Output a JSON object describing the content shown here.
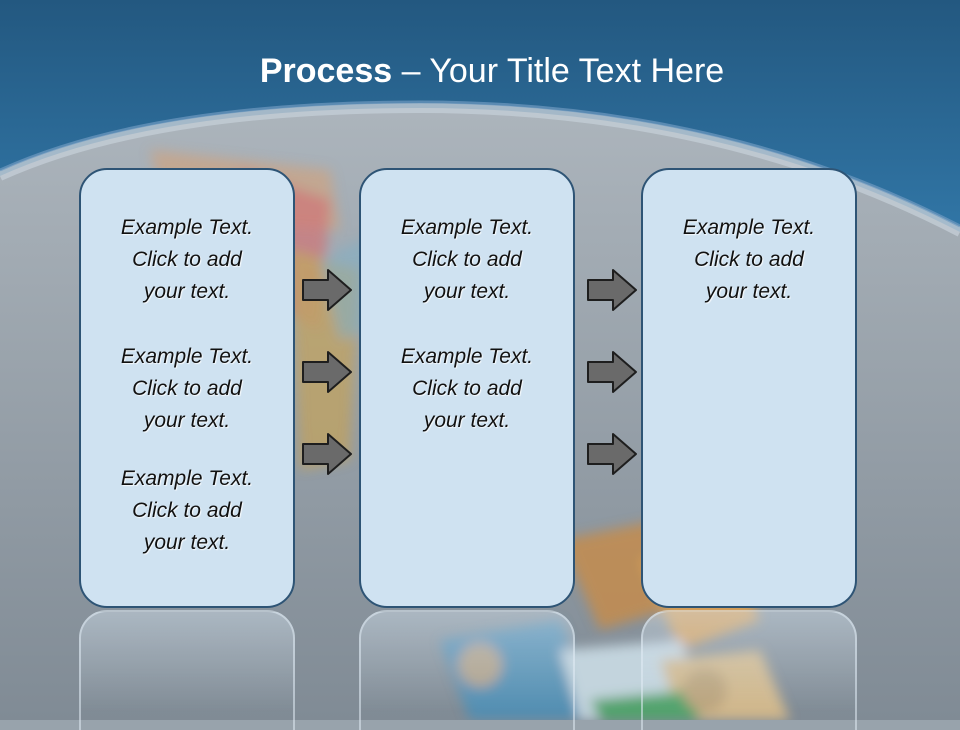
{
  "slide": {
    "title_bold": "Process",
    "title_rest": " – Your Title Text Here"
  },
  "columns": [
    {
      "items": [
        {
          "lines": [
            "Example Text.",
            "Click  to add",
            "your text."
          ]
        },
        {
          "lines": [
            "Example Text.",
            "Click  to add",
            "your text."
          ]
        },
        {
          "lines": [
            "Example Text.",
            "Click  to add",
            "your text."
          ]
        }
      ]
    },
    {
      "items": [
        {
          "lines": [
            "Example Text.",
            "Click  to add",
            "your text."
          ]
        },
        {
          "lines": [
            "Example Text.",
            "Click  to add",
            "your text."
          ]
        }
      ]
    },
    {
      "items": [
        {
          "lines": [
            "Example Text.",
            "Click  to add",
            "your text."
          ]
        }
      ]
    }
  ],
  "icons": [
    "right-arrow-icon"
  ],
  "colors": {
    "header": "#2a6390",
    "box_fill": "#cfe2f1",
    "box_border": "#2e5475",
    "arrow_fill": "#6a6a6a"
  }
}
